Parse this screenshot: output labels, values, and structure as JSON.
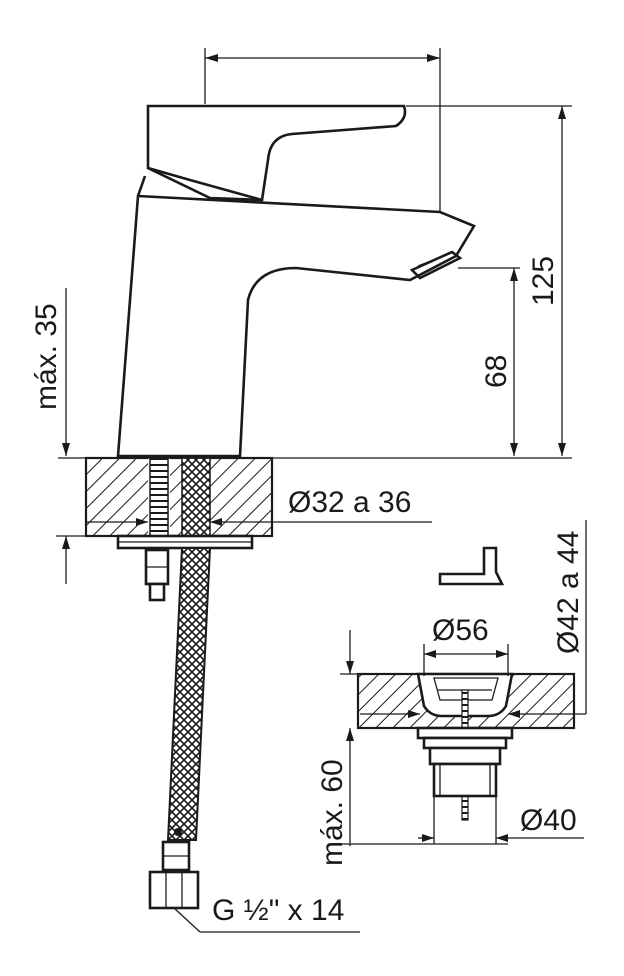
{
  "dimensions": {
    "max_deck_thickness": "máx. 35",
    "height_total": "125",
    "height_spout": "68",
    "hole_diameter_faucet": "Ø32 a 36",
    "hole_diameter_drain": "Ø42 a 44",
    "drain_flange_diameter": "Ø56",
    "max_drain_depth": "máx. 60",
    "drain_body_diameter": "Ø40",
    "connection_thread": "G ½\" x 14"
  }
}
